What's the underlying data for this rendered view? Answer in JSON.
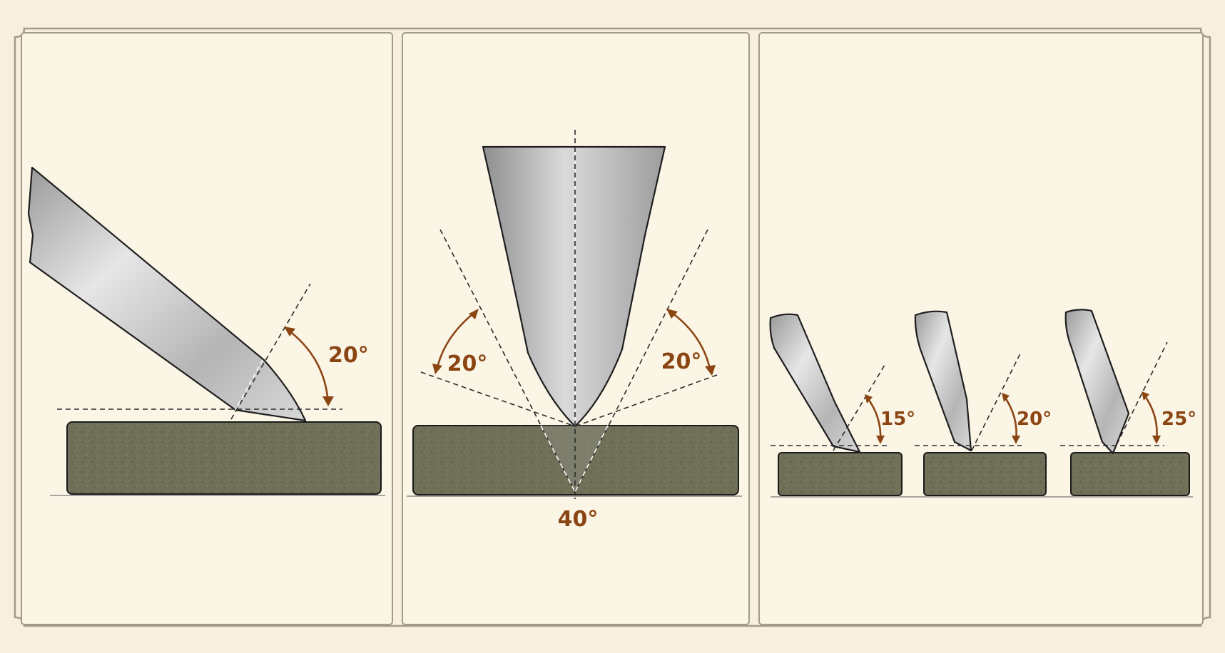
{
  "colors": {
    "background": "#f7f0df",
    "panel": "#fbf5e6",
    "frame": "#a59a88",
    "angle_accent": "#8b4513",
    "stone": "#6e6e58",
    "blade_light": "#e4e4e4",
    "blade_dark": "#8c8c8c"
  },
  "panels": {
    "single": {
      "angle_label": "20°"
    },
    "double": {
      "left_label": "20°",
      "right_label": "20°",
      "total_label": "40°"
    },
    "comparison": {
      "labels": [
        "15°",
        "20°",
        "25°"
      ]
    }
  }
}
